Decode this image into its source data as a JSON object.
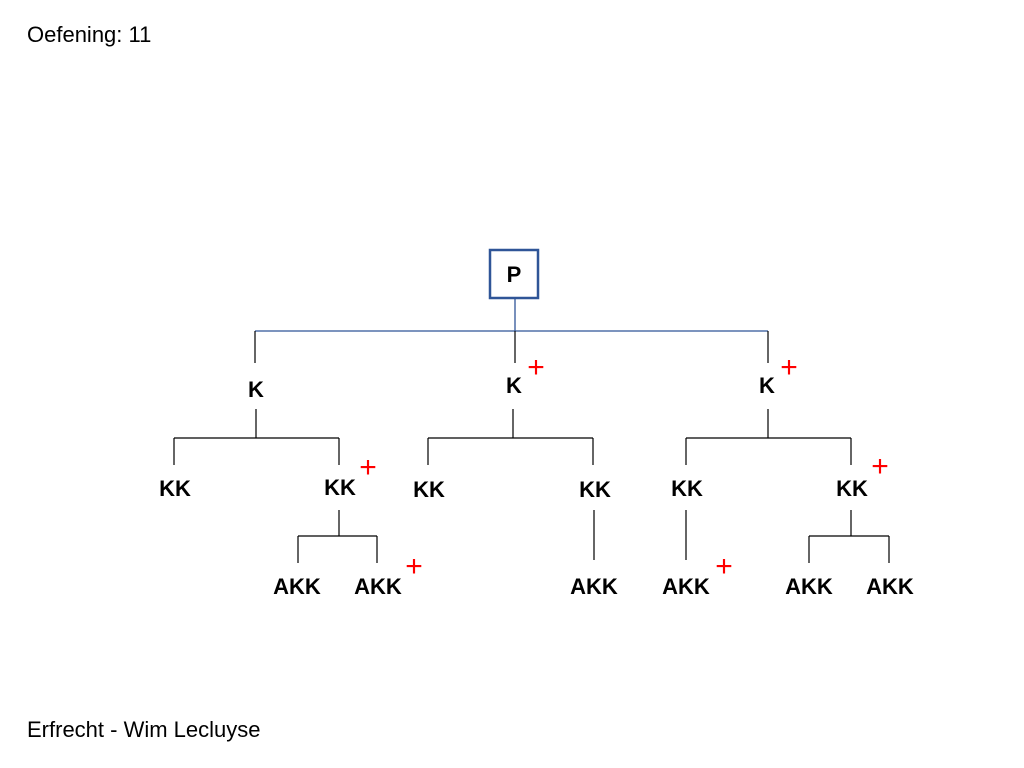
{
  "slide": {
    "title": "Oefening: 11",
    "footer": "Erfrecht - Wim Lecluyse"
  },
  "colors": {
    "root_border": "#2f5597",
    "root_connector": "#2f5597",
    "line": "#000000",
    "plus": "#ff0000"
  },
  "tree": {
    "root": "P",
    "nodes": [
      {
        "id": "k1",
        "label": "K"
      },
      {
        "id": "k2",
        "label": "K",
        "mark": "+"
      },
      {
        "id": "k3",
        "label": "K",
        "mark": "+"
      },
      {
        "id": "kk1",
        "label": "KK"
      },
      {
        "id": "kk2",
        "label": "KK",
        "mark": "+"
      },
      {
        "id": "kk3",
        "label": "KK"
      },
      {
        "id": "kk4",
        "label": "KK"
      },
      {
        "id": "kk5",
        "label": "KK"
      },
      {
        "id": "kk6",
        "label": "KK",
        "mark": "+"
      },
      {
        "id": "akk1",
        "label": "AKK"
      },
      {
        "id": "akk2",
        "label": "AKK",
        "mark": "+"
      },
      {
        "id": "akk3",
        "label": "AKK"
      },
      {
        "id": "akk4",
        "label": "AKK",
        "mark": "+"
      },
      {
        "id": "akk5",
        "label": "AKK"
      },
      {
        "id": "akk6",
        "label": "AKK"
      }
    ]
  }
}
